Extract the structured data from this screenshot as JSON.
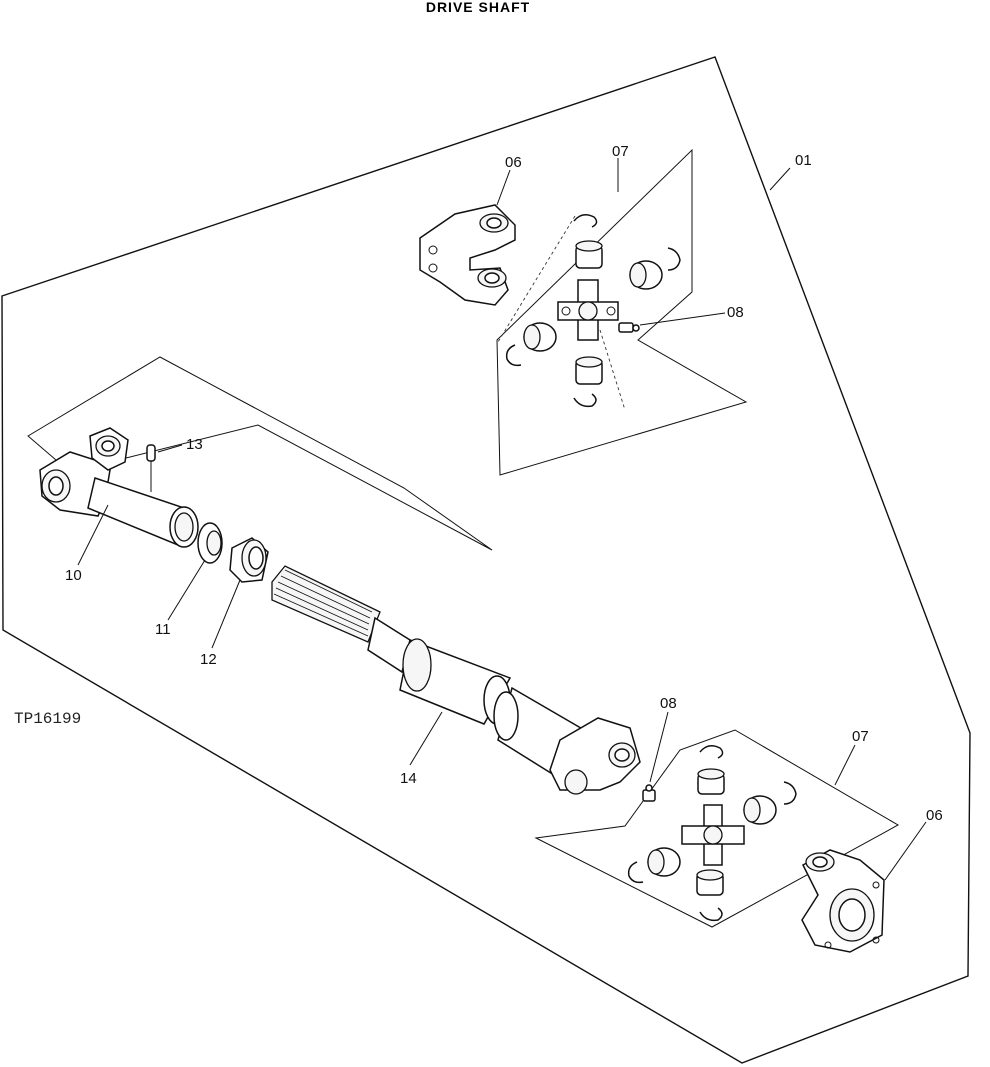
{
  "title": "DRIVE SHAFT",
  "figure_id": "TP16199",
  "callouts": {
    "assembly": "01",
    "yoke_top": "06",
    "kit_top": "07",
    "fitting_top": "08",
    "fitting_bottom": "08",
    "kit_bottom": "07",
    "yoke_bottom": "06",
    "slip_yoke": "10",
    "seal_washer": "11",
    "dust_cap": "12",
    "plug": "13",
    "shaft_tube": "14"
  },
  "colors": {
    "line": "#111111",
    "background": "#ffffff"
  }
}
